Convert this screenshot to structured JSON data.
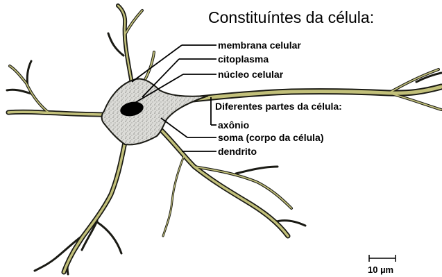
{
  "title": "Constituíntes da célula:",
  "labels": {
    "membrana": "membrana celular",
    "citoplasma": "citoplasma",
    "nucleo": "núcleo celular",
    "partes": "Diferentes partes da célula:",
    "axonio": "axônio",
    "soma": "soma (corpo da célula)",
    "dendrito": "dendrito"
  },
  "scale_bar": {
    "label": "10 µm"
  },
  "colors": {
    "outline": "#1a1a14",
    "neurite_fill": "#c2c07a",
    "soma_fill": "#d9d9d6",
    "nucleus": "#000000"
  }
}
